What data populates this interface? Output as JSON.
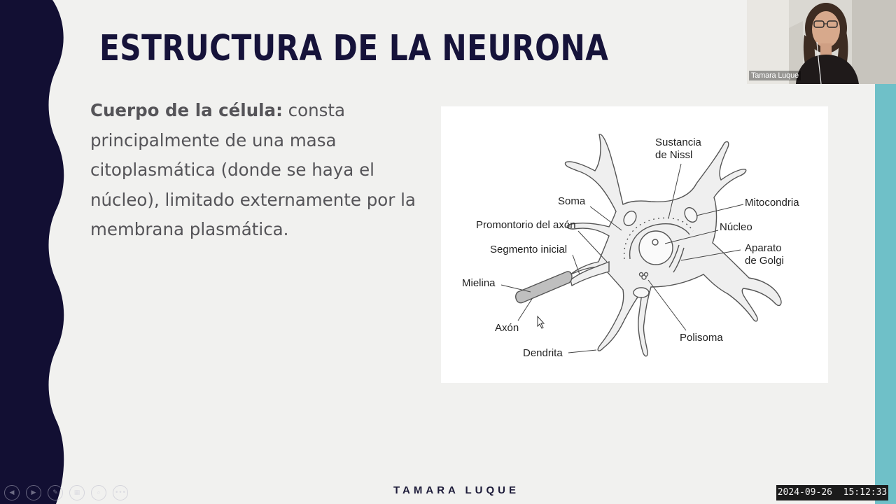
{
  "slide": {
    "title": "ESTRUCTURA DE LA NEURONA",
    "body_bold": "Cuerpo de la célula:",
    "body_text": " consta principalmente de una masa citoplasmática (donde se haya el núcleo), limitado externamente por la membrana plasmática.",
    "footer_name": "TAMARA LUQUE",
    "colors": {
      "left_band": "#120f33",
      "title": "#16133a",
      "body_text": "#555458",
      "accent_bar": "#6fc0c8",
      "background": "#f1f1ef"
    }
  },
  "diagram": {
    "labels": {
      "nissl_1": "Sustancia",
      "nissl_2": "de Nissl",
      "mitocondria": "Mitocondria",
      "soma": "Soma",
      "promontorio": "Promontorio del axón",
      "nucleo": "Núcleo",
      "segmento": "Segmento inicial",
      "golgi_1": "Aparato",
      "golgi_2": "de Golgi",
      "mielina": "Mielina",
      "axon": "Axón",
      "polisoma": "Polisoma",
      "dendrita": "Dendrita"
    }
  },
  "controls": [
    {
      "name": "prev-slide-icon",
      "glyph": "◀"
    },
    {
      "name": "next-slide-icon",
      "glyph": "▶"
    },
    {
      "name": "pen-icon",
      "glyph": "✎"
    },
    {
      "name": "slides-grid-icon",
      "glyph": "▦"
    },
    {
      "name": "zoom-icon",
      "glyph": "⌕"
    },
    {
      "name": "more-options-icon",
      "glyph": "•••"
    }
  ],
  "video": {
    "participant_name": "Tamara Luque"
  },
  "recording": {
    "timestamp": "2024-09-26  15:12:33"
  }
}
